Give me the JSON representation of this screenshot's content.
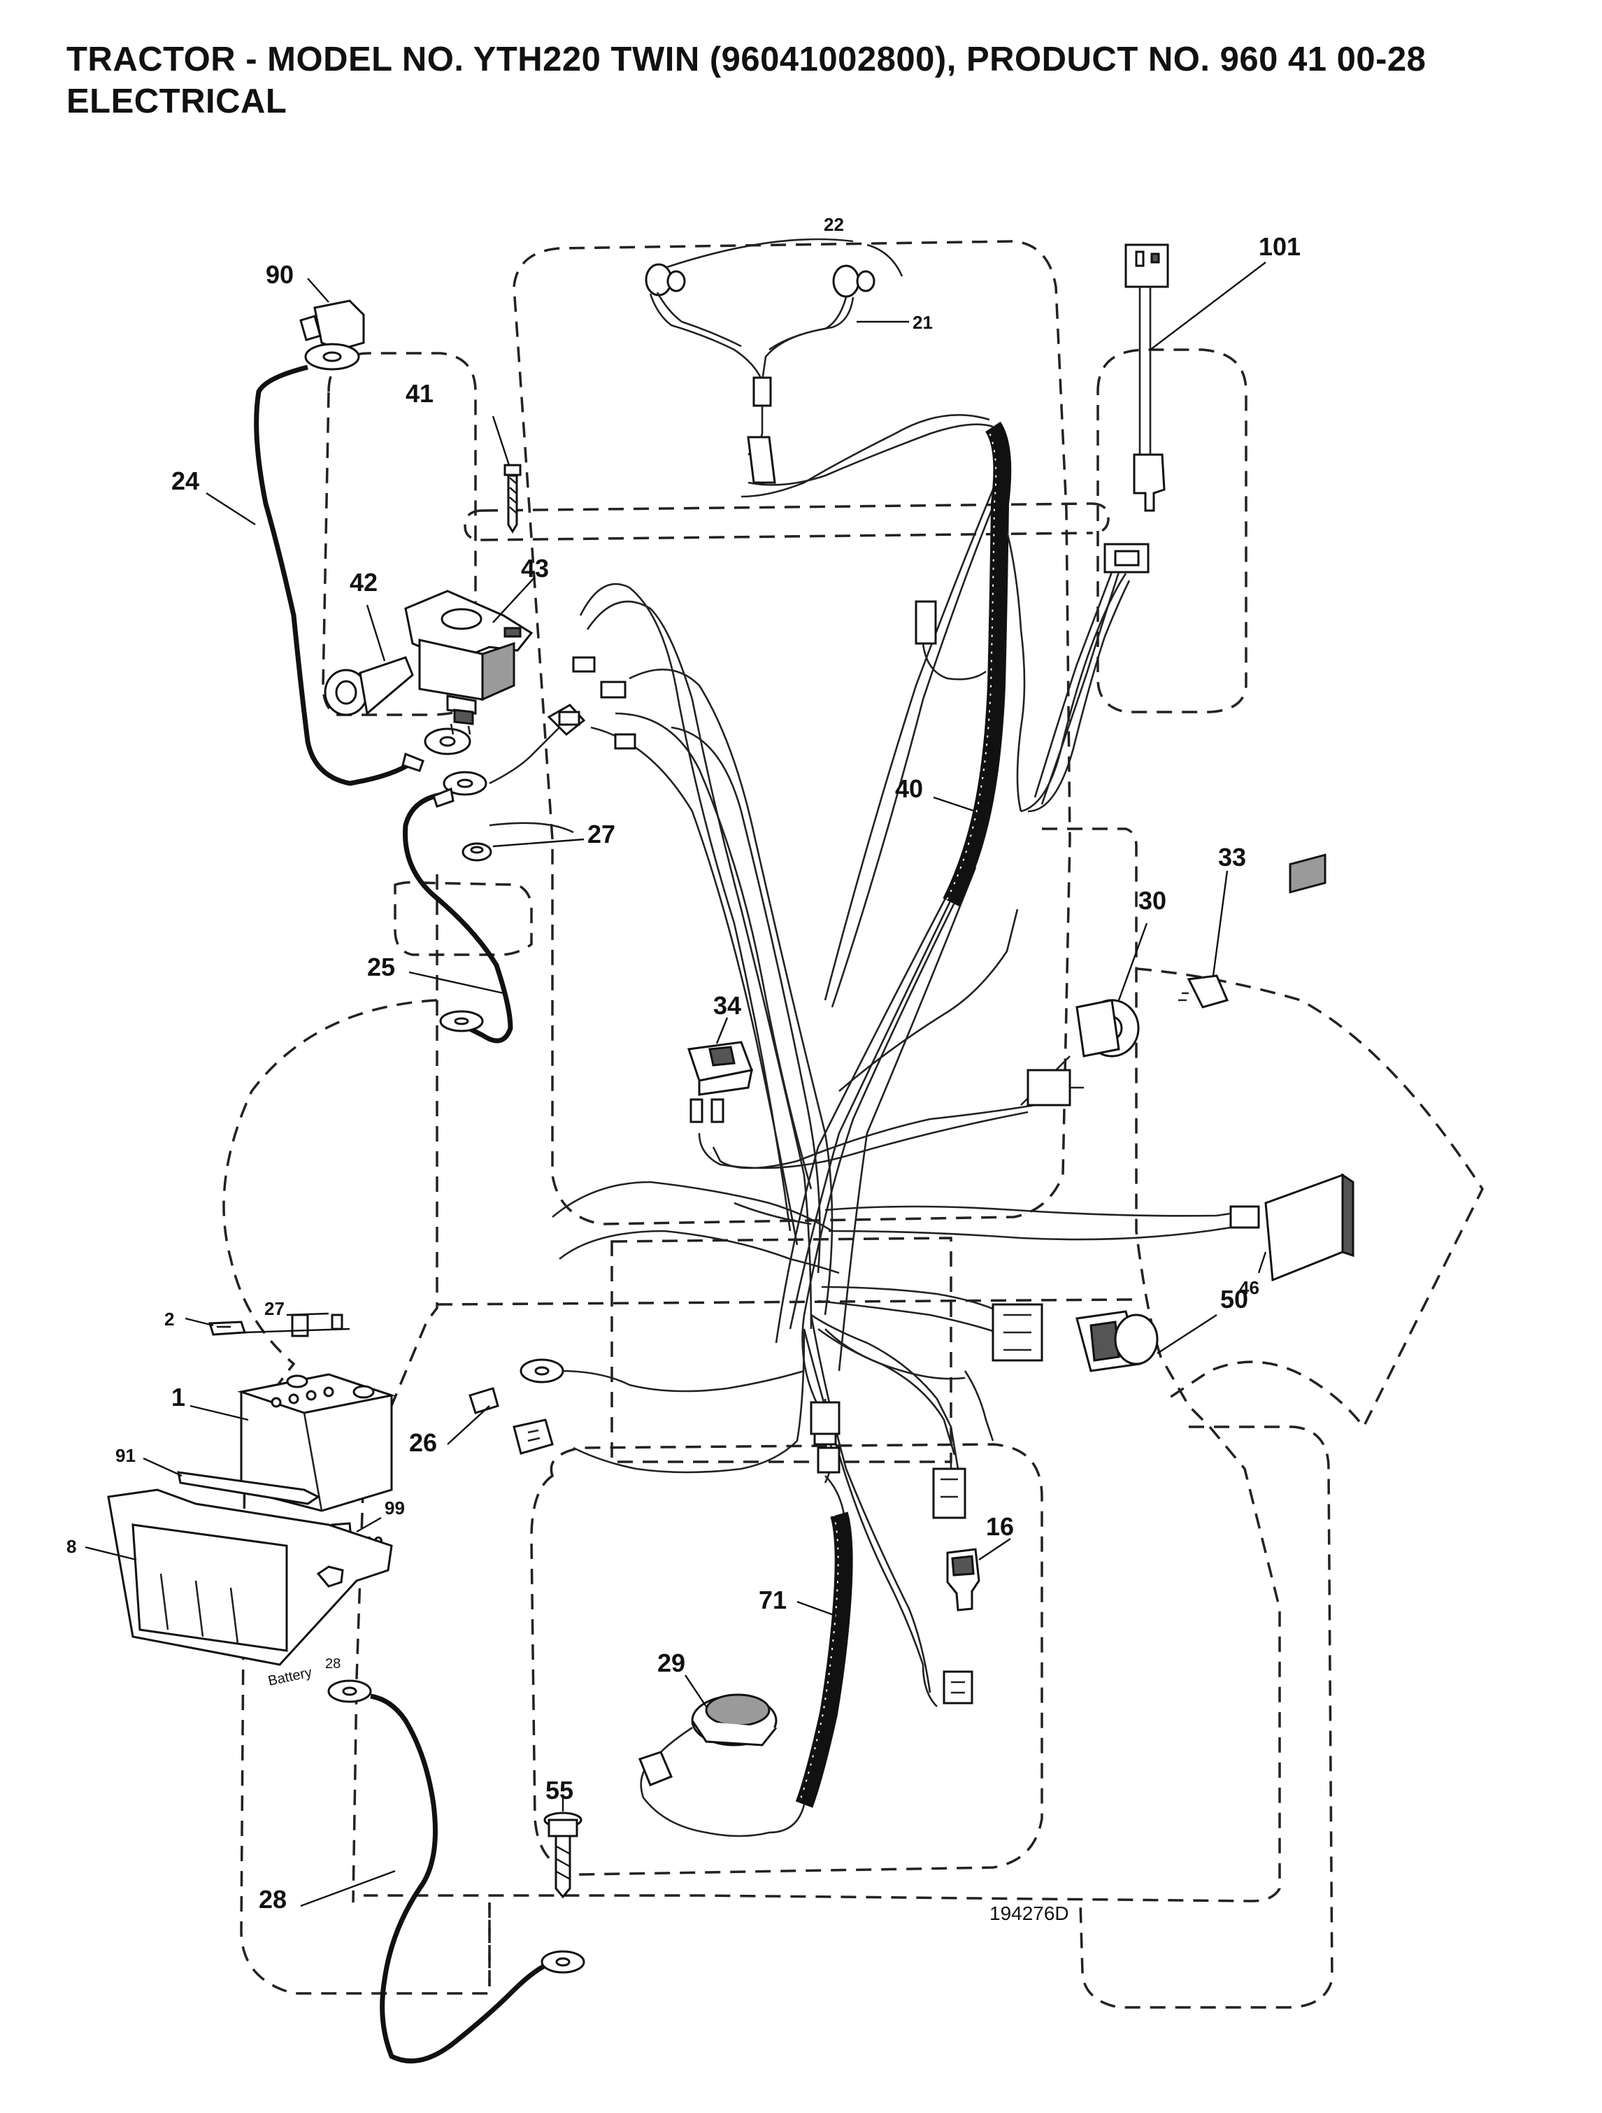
{
  "header": {
    "title_line1": "TRACTOR - MODEL NO. YTH220 TWIN (96041002800), PRODUCT NO. 960 41 00-28",
    "title_line2": "ELECTRICAL"
  },
  "diagram": {
    "drawing_number": "194276D",
    "battery_text": "Battery",
    "part_callouts": [
      "90",
      "24",
      "41",
      "42",
      "43",
      "22",
      "21",
      "101",
      "40",
      "27",
      "25",
      "34",
      "30",
      "33",
      "2",
      "27",
      "1",
      "91",
      "99",
      "100",
      "8",
      "28",
      "26",
      "46",
      "50",
      "16",
      "71",
      "29",
      "28",
      "55"
    ]
  }
}
